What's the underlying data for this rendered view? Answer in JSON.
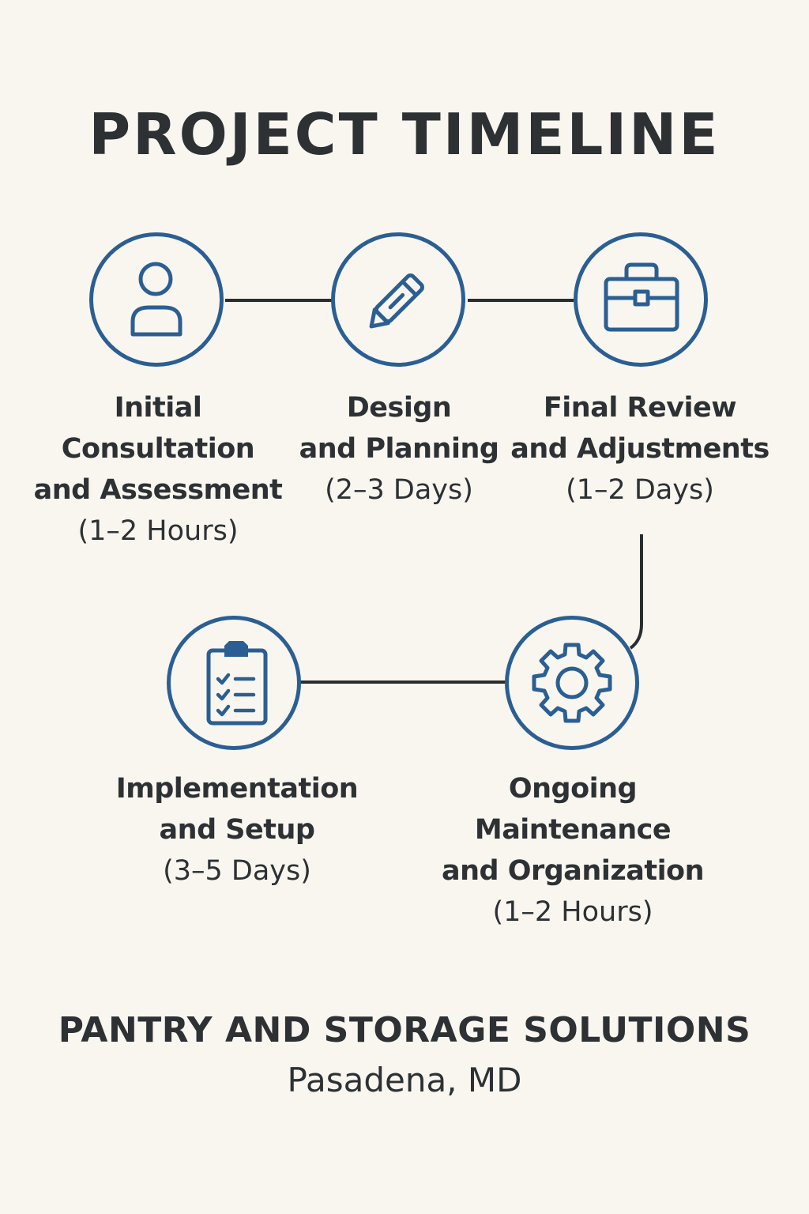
{
  "title": "PROJECT TIMELINE",
  "colors": {
    "background": "#f9f6f0",
    "accent": "#2b5f93",
    "text": "#2d3134",
    "connector": "#2a2d2f"
  },
  "steps": [
    {
      "name": "Initial\nConsultation\nand Assessment",
      "duration": "(1–2 Hours)",
      "icon": "person-icon"
    },
    {
      "name": "Design\nand Planning",
      "duration": "(2–3 Days)",
      "icon": "pencil-icon"
    },
    {
      "name": "Final Review\nand Adjustments",
      "duration": "(1–2 Days)",
      "icon": "briefcase-icon"
    },
    {
      "name": "Implementation\nand Setup",
      "duration": "(3–5 Days)",
      "icon": "clipboard-checklist-icon"
    },
    {
      "name": "Ongoing\nMaintenance\nand Organization",
      "duration": "(1–2 Hours)",
      "icon": "gear-icon"
    }
  ],
  "footer": {
    "company": "PANTRY AND STORAGE SOLUTIONS",
    "location": "Pasadena, MD"
  }
}
